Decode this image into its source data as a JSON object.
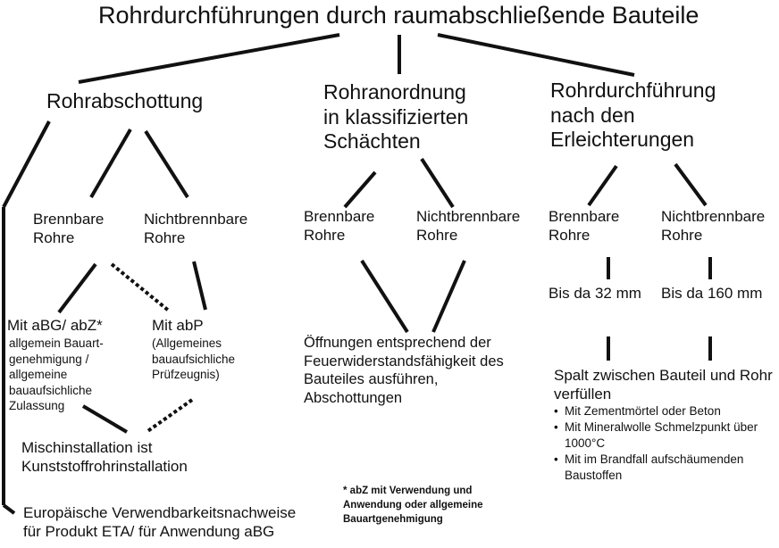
{
  "title": "Rohrdurchführungen durch raumabschließende Bauteile",
  "col1": {
    "heading": "Rohrabschottung",
    "left_label": "Brennbare\nRohre",
    "right_label": "Nichtbrennbare\nRohre",
    "abg_title": "Mit aBG/ abZ*",
    "abg_desc": "allgemein Bauart-\ngenehmigung /\nallgemeine\nbauaufsichliche\nZulassung",
    "abp_title": "Mit abP",
    "abp_desc": "(Allgemeines\nbauaufsichliche\nPrüfzeugnis)",
    "mix": "Mischinstallation ist\nKunststoffrohrinstallation",
    "eu": "Europäische Verwendbarkeitsnachweise\nfür Produkt ETA/ für Anwendung aBG"
  },
  "col2": {
    "heading": "Rohranordnung\nin klassifizierten\nSchächten",
    "left_label": "Brennbare\nRohre",
    "right_label": "Nichtbrennbare\nRohre",
    "result": "Öffnungen entsprechend der\nFeuerwiderstandsfähigkeit des\nBauteiles ausführen,\nAbschottungen",
    "footnote": "*  abZ  mit Verwendung und Anwendung oder allgemeine Bauartgenehmigung"
  },
  "col3": {
    "heading": "Rohrdurchführung\nnach den\nErleichterungen",
    "left_label": "Brennbare\nRohre",
    "right_label": "Nichtbrennbare\nRohre",
    "left_limit": "Bis da 32 mm",
    "right_limit": "Bis da 160 mm",
    "gap_title": "Spalt zwischen Bauteil und Rohr\nverfüllen",
    "bullets": [
      "Mit Zementmörtel oder Beton",
      "Mit Mineralwolle Schmelzpunkt über\n1000°C",
      "Mit im Brandfall aufschäumenden\nBaustoffen"
    ]
  }
}
